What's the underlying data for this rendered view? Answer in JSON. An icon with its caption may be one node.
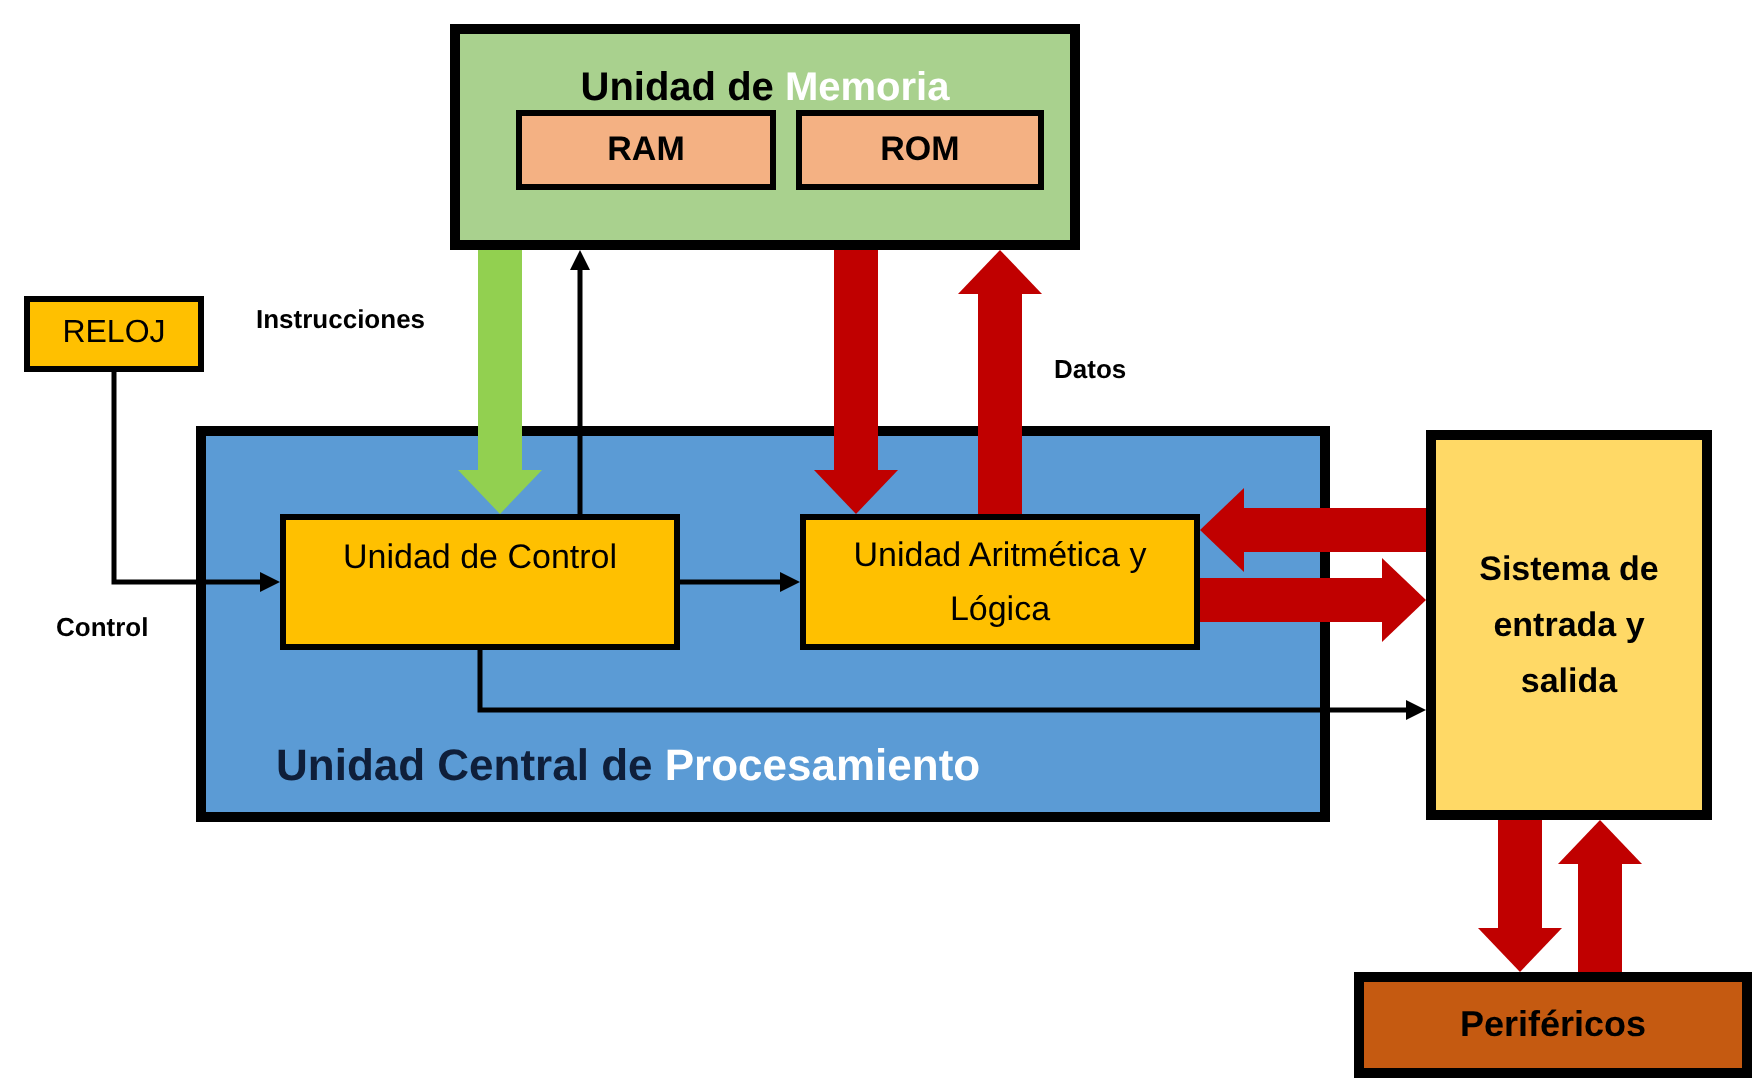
{
  "diagram": {
    "nodes": [
      {
        "text": [
          "Unidad de",
          "Memoria"
        ]
      },
      {
        "text": [
          "RAM"
        ],
        "in": 0
      },
      {
        "text": [
          "ROM"
        ],
        "in": 0
      },
      {
        "text": [
          "RELOJ"
        ]
      },
      {
        "text": [
          "Unidad Central de",
          "Procesamiento"
        ]
      },
      {
        "text": [
          "Unidad de Control"
        ],
        "in": 4
      },
      {
        "text": [
          "Unidad Aritmética y Lógica"
        ],
        "in": 4
      },
      {
        "text": [
          "Sistema de entrada y salida"
        ]
      },
      {
        "text": [
          "Periféricos"
        ]
      }
    ],
    "edges": [
      {
        "from": 0,
        "to": 5,
        "arrow": "to",
        "label": "Instrucciones",
        "color": "#92d050"
      },
      {
        "from": 5,
        "to": 0,
        "arrow": "to",
        "color": "#000000"
      },
      {
        "from": 0,
        "to": 6,
        "arrow": "to"
      },
      {
        "from": 6,
        "to": 0,
        "arrow": "to",
        "label": "Datos"
      },
      {
        "from": 3,
        "to": 5,
        "arrow": "to",
        "label": "Control",
        "color": "#000000"
      },
      {
        "from": 5,
        "to": 6,
        "arrow": "to",
        "color": "#000000"
      },
      {
        "from": 7,
        "to": 6,
        "arrow": "to"
      },
      {
        "from": 6,
        "to": 7,
        "arrow": "to"
      },
      {
        "from": 5,
        "to": 7,
        "arrow": "to",
        "color": "#000000"
      },
      {
        "from": 7,
        "to": 8,
        "arrow": "to"
      },
      {
        "from": 8,
        "to": 7,
        "arrow": "to"
      }
    ]
  }
}
